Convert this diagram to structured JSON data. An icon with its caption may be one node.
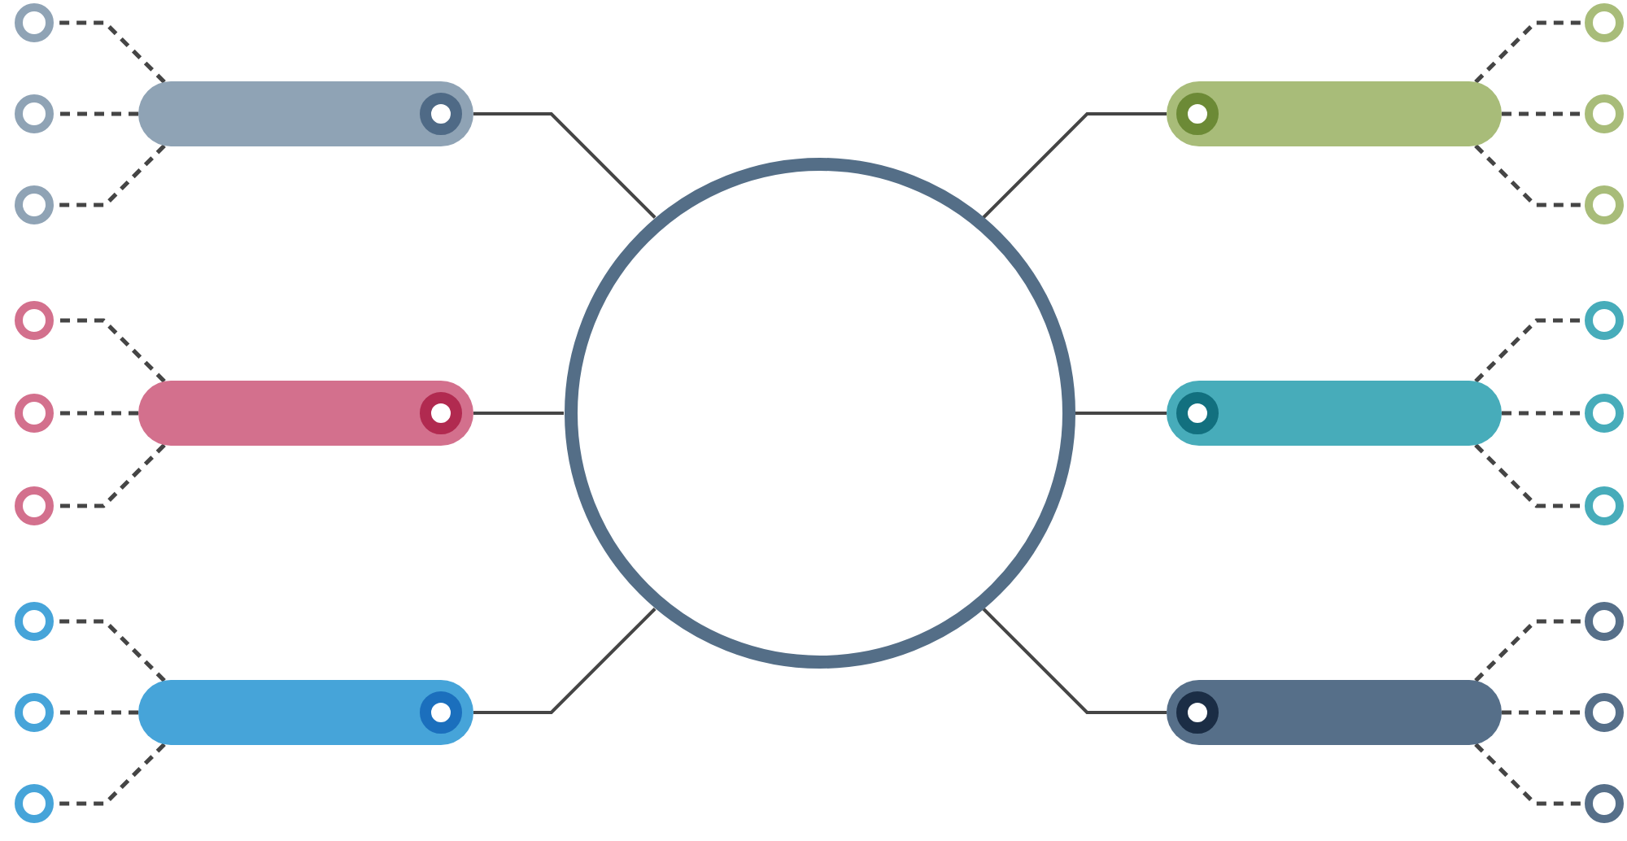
{
  "diagram": {
    "nodes": [
      {
        "text": [],
        "shape": "circle"
      },
      {
        "text": [],
        "shape": "circle"
      },
      {
        "text": [],
        "shape": "circle"
      },
      {
        "text": [],
        "shape": "circle"
      },
      {
        "text": [],
        "shape": "circle"
      },
      {
        "text": [],
        "shape": "circle"
      },
      {
        "text": [],
        "shape": "circle"
      },
      {
        "text": [],
        "shape": "circle"
      },
      {
        "text": [],
        "shape": "circle"
      },
      {
        "text": [],
        "shape": "bar"
      },
      {
        "text": [],
        "shape": "bar"
      },
      {
        "text": [],
        "shape": "bar"
      },
      {
        "text": [],
        "shape": "circle"
      },
      {
        "text": [],
        "shape": "bar"
      },
      {
        "text": [],
        "shape": "bar"
      },
      {
        "text": [],
        "shape": "bar"
      },
      {
        "text": [],
        "shape": "circle"
      },
      {
        "text": [],
        "shape": "circle"
      },
      {
        "text": [],
        "shape": "circle"
      },
      {
        "text": [],
        "shape": "circle"
      },
      {
        "text": [],
        "shape": "circle"
      },
      {
        "text": [],
        "shape": "circle"
      },
      {
        "text": [],
        "shape": "circle"
      },
      {
        "text": [],
        "shape": "circle"
      },
      {
        "text": [],
        "shape": "circle"
      }
    ],
    "edges": [
      {
        "from": 12,
        "to": 9,
        "arrow": "none"
      },
      {
        "from": 12,
        "to": 10,
        "arrow": "none"
      },
      {
        "from": 12,
        "to": 11,
        "arrow": "none"
      },
      {
        "from": 12,
        "to": 13,
        "arrow": "none"
      },
      {
        "from": 12,
        "to": 14,
        "arrow": "none"
      },
      {
        "from": 12,
        "to": 15,
        "arrow": "none"
      },
      {
        "from": 9,
        "to": 0,
        "arrow": "none",
        "style": "dashed"
      },
      {
        "from": 9,
        "to": 1,
        "arrow": "none",
        "style": "dashed"
      },
      {
        "from": 9,
        "to": 2,
        "arrow": "none",
        "style": "dashed"
      },
      {
        "from": 10,
        "to": 3,
        "arrow": "none",
        "style": "dashed"
      },
      {
        "from": 10,
        "to": 4,
        "arrow": "none",
        "style": "dashed"
      },
      {
        "from": 10,
        "to": 5,
        "arrow": "none",
        "style": "dashed"
      },
      {
        "from": 11,
        "to": 6,
        "arrow": "none",
        "style": "dashed"
      },
      {
        "from": 11,
        "to": 7,
        "arrow": "none",
        "style": "dashed"
      },
      {
        "from": 11,
        "to": 8,
        "arrow": "none",
        "style": "dashed"
      },
      {
        "from": 13,
        "to": 16,
        "arrow": "none",
        "style": "dashed"
      },
      {
        "from": 13,
        "to": 17,
        "arrow": "none",
        "style": "dashed"
      },
      {
        "from": 13,
        "to": 18,
        "arrow": "none",
        "style": "dashed"
      },
      {
        "from": 14,
        "to": 19,
        "arrow": "none",
        "style": "dashed"
      },
      {
        "from": 14,
        "to": 20,
        "arrow": "none",
        "style": "dashed"
      },
      {
        "from": 14,
        "to": 21,
        "arrow": "none",
        "style": "dashed"
      },
      {
        "from": 15,
        "to": 22,
        "arrow": "none",
        "style": "dashed"
      },
      {
        "from": 15,
        "to": 23,
        "arrow": "none",
        "style": "dashed"
      },
      {
        "from": 15,
        "to": 24,
        "arrow": "none",
        "style": "dashed"
      }
    ]
  }
}
